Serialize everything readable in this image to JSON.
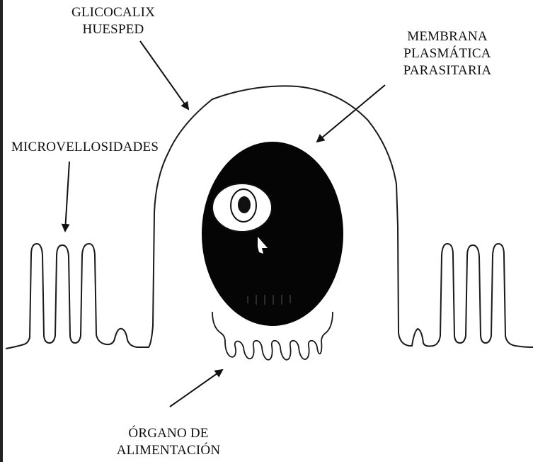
{
  "labels": {
    "glicocalix": [
      "GLICOCALIX",
      "HUESPED"
    ],
    "membrana": [
      "MEMBRANA",
      "PLASMÁTICA",
      "PARASITARIA"
    ],
    "microvellosidades": "MICROVELLOSIDADES",
    "organo": [
      "ÓRGANO DE",
      "ALIMENTACIÓN"
    ]
  },
  "colors": {
    "ink": "#111111",
    "parasite_body": "#050505",
    "background": "#ffffff"
  }
}
